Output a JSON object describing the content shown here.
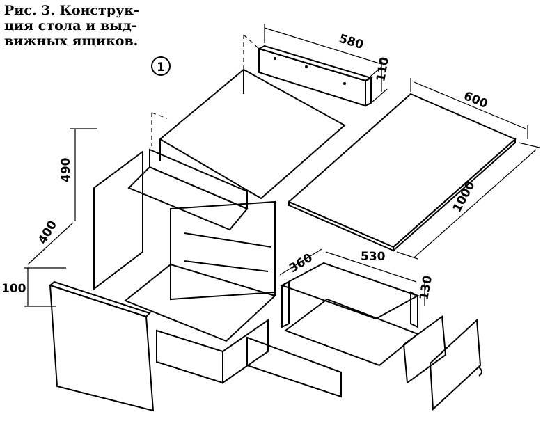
{
  "caption": {
    "line1": "Рис. 3. Конструк-",
    "line2": "ция стола и выд-",
    "line3": "вижных ящиков."
  },
  "callout": "1",
  "dimensions": {
    "top_rail_length": "580",
    "top_rail_height": "110",
    "tabletop_width": "600",
    "tabletop_length": "1000",
    "side_height": "490",
    "side_depth": "400",
    "leg_height": "100",
    "drawer_depth": "360",
    "drawer_width": "530",
    "drawer_height": "130"
  },
  "colors": {
    "ink": "#000000",
    "paper": "#ffffff"
  }
}
